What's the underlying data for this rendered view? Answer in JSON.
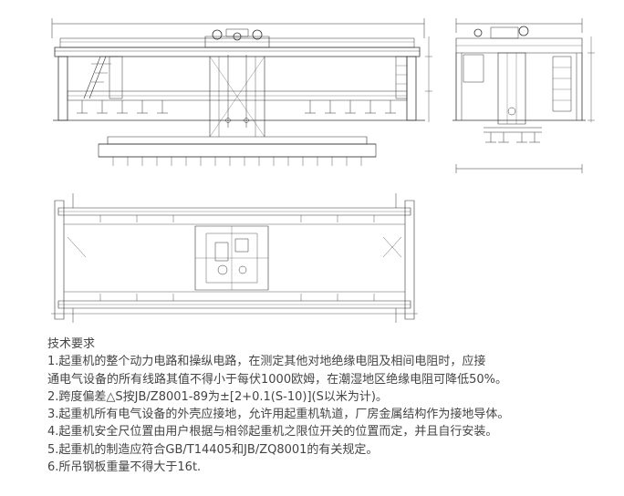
{
  "notes": {
    "heading": "技术要求",
    "items": [
      "1.起重机的整个动力电路和操纵电路，在测定其他对地绝缘电阻及相间电阻时，应接",
      "通电气设备的所有线路其值不得小于每伏1000欧姆，在潮湿地区绝缘电阻可降低50%。",
      "2.跨度偏差△S按JB/Z8001-89为±[2+0.1(S-10)](S以米为计)。",
      "3.起重机所有电气设备的外壳应接地，允许用起重机轨道，厂房金属结构作为接地导体。",
      "4.起重机安全尺位置由用户根据与相邻起重机之限位开关的位置而定，并且自行安装。",
      "5.起重机的制造应符合GB/T14405和JB/ZQ8001的有关规定。",
      "6.所吊钢板重量不得大于16t."
    ]
  },
  "colors": {
    "line": "#333333",
    "text": "#444444"
  }
}
